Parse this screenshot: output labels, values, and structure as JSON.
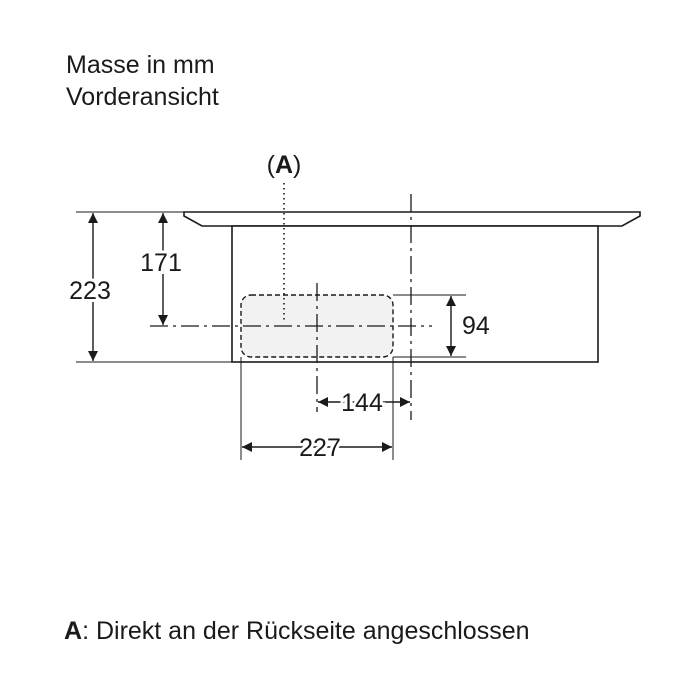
{
  "header": {
    "title_line1": "Masse in mm",
    "title_line2": "Vorderansicht"
  },
  "drawing": {
    "label_a_open": "(",
    "label_a_letter": "A",
    "label_a_close": ")",
    "dim_height_total": "223",
    "dim_height_partial": "171",
    "dim_height_box": "94",
    "dim_width_offset": "144",
    "dim_width_box": "227"
  },
  "legend": {
    "key": "A",
    "text": ": Direkt an der Rückseite angeschlossen"
  },
  "colors": {
    "line": "#1a1a1a",
    "box_fill": "#f2f2f2"
  }
}
